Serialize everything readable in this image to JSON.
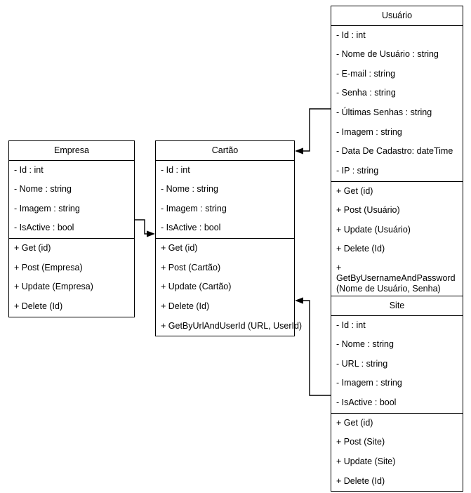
{
  "diagram": {
    "title": "UML Class Diagram",
    "stroke_color": "#000000",
    "background_color": "#ffffff"
  },
  "classes": {
    "empresa": {
      "name": "Empresa",
      "attributes": [
        "- Id : int",
        "- Nome : string",
        "- Imagem : string",
        "- IsActive : bool"
      ],
      "methods": [
        "+ Get (id)",
        "+ Post (Empresa)",
        "+ Update (Empresa)",
        "+ Delete (Id)"
      ]
    },
    "cartao": {
      "name": "Cartão",
      "attributes": [
        "- Id : int",
        "- Nome : string",
        "- Imagem : string",
        "- IsActive : bool"
      ],
      "methods": [
        "+ Get (id)",
        "+ Post (Cartão)",
        "+ Update (Cartão)",
        "+ Delete (Id)",
        "+ GetByUrlAndUserId (URL, UserId)"
      ]
    },
    "usuario": {
      "name": "Usuário",
      "attributes": [
        "- Id : int",
        "- Nome de Usuário : string",
        "- E-mail : string",
        "- Senha : string",
        "- Últimas Senhas : string",
        "- Imagem : string",
        "- Data De Cadastro: dateTime",
        "- IP : string"
      ],
      "methods": [
        "+ Get (id)",
        "+ Post (Usuário)",
        "+ Update (Usuário)",
        "+ Delete (Id)",
        "+ GetByUsernameAndPassword\n(Nome de Usuário, Senha)"
      ]
    },
    "site": {
      "name": "Site",
      "attributes": [
        "- Id : int",
        "- Nome : string",
        "- URL : string",
        "- Imagem : string",
        "- IsActive : bool"
      ],
      "methods": [
        "+ Get (id)",
        "+ Post (Site)",
        "+ Update (Site)",
        "+ Delete (Id)"
      ]
    }
  },
  "connectors": [
    {
      "name": "empresa-to-cartao",
      "from": "Empresa",
      "to": "Cartão"
    },
    {
      "name": "usuario-to-cartao",
      "from": "Usuário",
      "to": "Cartão"
    },
    {
      "name": "site-to-cartao",
      "from": "Site",
      "to": "Cartão"
    }
  ]
}
